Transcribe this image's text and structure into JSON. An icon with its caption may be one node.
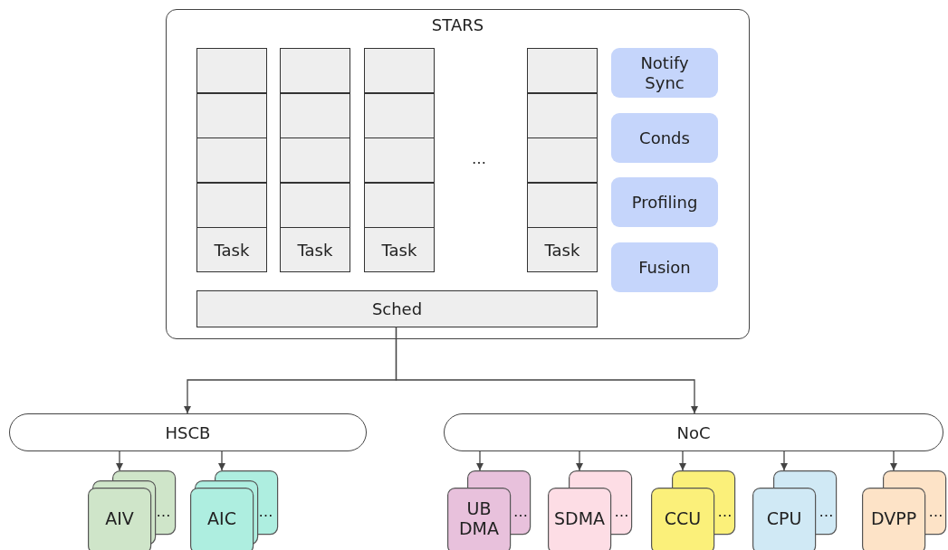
{
  "diagram": {
    "nodes": [
      {
        "text": [
          "STARS"
        ]
      },
      {
        "text": [],
        "shape": "box",
        "in": 0
      },
      {
        "text": [],
        "shape": "box",
        "in": 0
      },
      {
        "text": [],
        "shape": "box",
        "in": 0
      },
      {
        "text": [],
        "shape": "box",
        "in": 0
      },
      {
        "text": [
          "Task"
        ],
        "in": 0
      },
      {
        "text": [],
        "shape": "box",
        "in": 0
      },
      {
        "text": [],
        "shape": "box",
        "in": 0
      },
      {
        "text": [],
        "shape": "box",
        "in": 0
      },
      {
        "text": [],
        "shape": "box",
        "in": 0
      },
      {
        "text": [
          "Task"
        ],
        "in": 0
      },
      {
        "text": [],
        "shape": "box",
        "in": 0
      },
      {
        "text": [],
        "shape": "box",
        "in": 0
      },
      {
        "text": [],
        "shape": "box",
        "in": 0
      },
      {
        "text": [],
        "shape": "box",
        "in": 0
      },
      {
        "text": [
          "Task"
        ],
        "in": 0
      },
      {
        "text": [],
        "shape": "box",
        "in": 0
      },
      {
        "text": [],
        "shape": "box",
        "in": 0
      },
      {
        "text": [],
        "shape": "box",
        "in": 0
      },
      {
        "text": [],
        "shape": "box",
        "in": 0
      },
      {
        "text": [
          "Task"
        ],
        "in": 0
      },
      {
        "text": [
          "Notify Sync"
        ],
        "in": 0
      },
      {
        "text": [
          "Conds"
        ],
        "in": 0
      },
      {
        "text": [
          "Profiling"
        ],
        "in": 0
      },
      {
        "text": [
          "Fusion"
        ],
        "in": 0
      },
      {
        "text": [
          "Sched"
        ],
        "in": 0
      },
      {
        "text": [
          "HSCB"
        ]
      },
      {
        "text": [
          "NoC"
        ]
      },
      {
        "text": [
          "AIV",
          "…"
        ]
      },
      {
        "text": [
          "AIC",
          "…"
        ]
      },
      {
        "text": [
          "UB DMA",
          "…"
        ]
      },
      {
        "text": [
          "SDMA",
          "…"
        ]
      },
      {
        "text": [
          "CCU",
          "…"
        ]
      },
      {
        "text": [
          "CPU",
          "…"
        ]
      },
      {
        "text": [
          "DVPP",
          "…"
        ]
      }
    ],
    "edges": [
      {
        "from": 25,
        "to": 26,
        "arrow": "to"
      },
      {
        "from": 25,
        "to": 27,
        "arrow": "to"
      },
      {
        "from": 26,
        "to": 28,
        "arrow": "to"
      },
      {
        "from": 26,
        "to": 29,
        "arrow": "to"
      },
      {
        "from": 27,
        "to": 30,
        "arrow": "to"
      },
      {
        "from": 27,
        "to": 31,
        "arrow": "to"
      },
      {
        "from": 27,
        "to": 32,
        "arrow": "to"
      },
      {
        "from": 27,
        "to": 33,
        "arrow": "to"
      },
      {
        "from": 27,
        "to": 34,
        "arrow": "to"
      }
    ],
    "labels": [
      "…"
    ]
  }
}
